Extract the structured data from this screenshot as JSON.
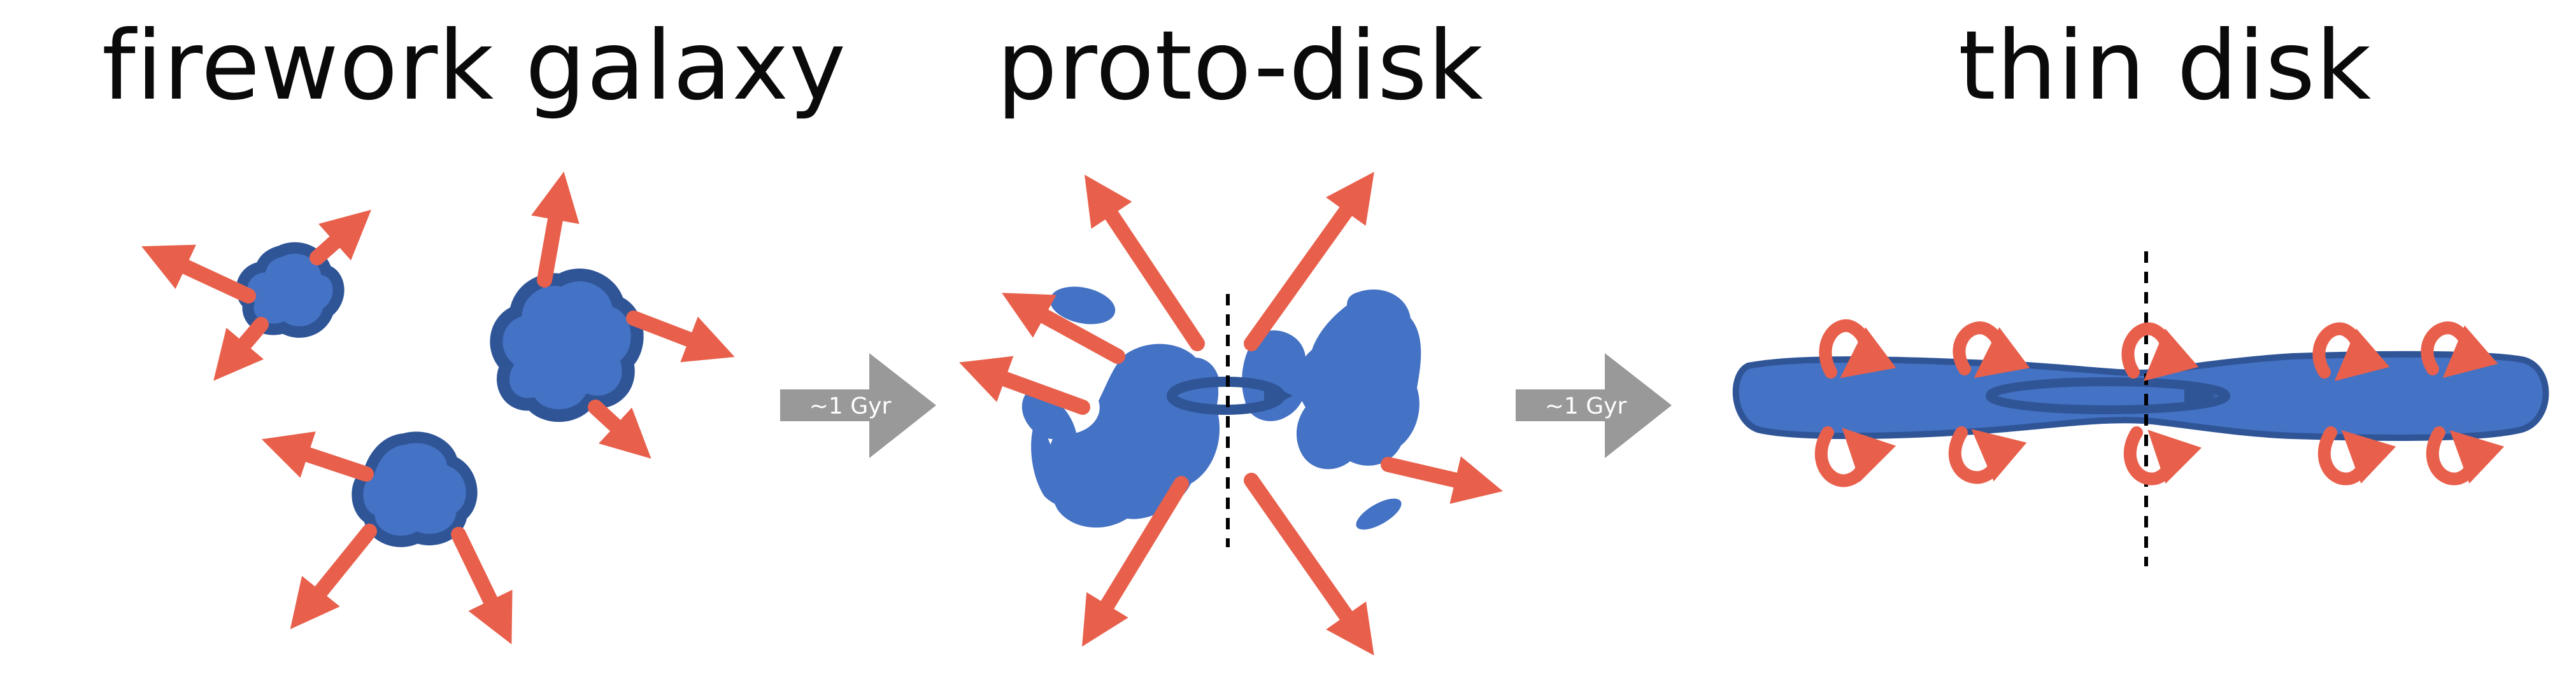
{
  "panels": {
    "firework": {
      "title": "firework galaxy"
    },
    "protodisk": {
      "title": "proto-disk"
    },
    "thindisk": {
      "title": "thin disk"
    }
  },
  "transitions": [
    {
      "label": "~1 Gyr"
    },
    {
      "label": "~1 Gyr"
    }
  ],
  "colors": {
    "gas_blue": "#4472c4",
    "gas_blue_dark": "#2f5597",
    "outflow_red": "#e8604c",
    "transition_gray": "#999999"
  }
}
